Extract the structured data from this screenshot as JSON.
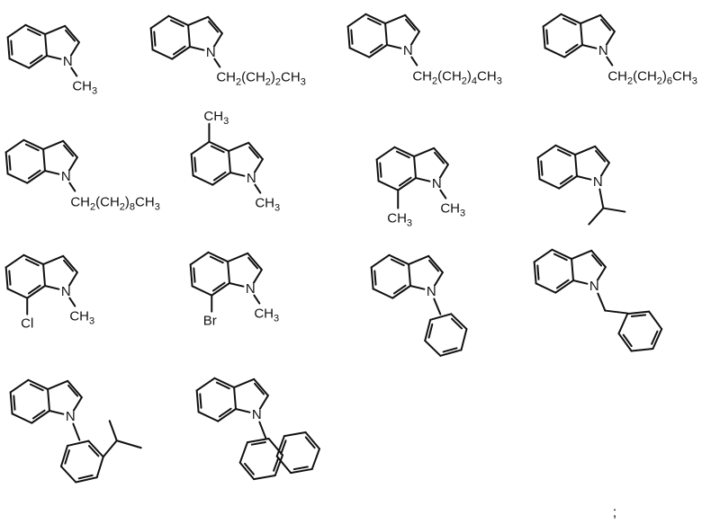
{
  "figure": {
    "description": "Structures of N-substituted indole compounds",
    "terminator": ";",
    "compounds": [
      {
        "id": 1,
        "name": "1-methylindole",
        "substituent": "CH3",
        "label": "CH3"
      },
      {
        "id": 2,
        "name": "1-butylindole",
        "substituent": "CH2(CH2)2CH3",
        "label": "CH2(CH2)2CH3"
      },
      {
        "id": 3,
        "name": "1-hexylindole",
        "substituent": "CH2(CH2)4CH3",
        "label": "CH2(CH2)4CH3"
      },
      {
        "id": 4,
        "name": "1-octylindole",
        "substituent": "CH2(CH2)6CH3",
        "label": "CH2(CH2)6CH3"
      },
      {
        "id": 5,
        "name": "1-decylindole",
        "substituent": "CH2(CH2)8CH3",
        "label": "CH2(CH2)8CH3"
      },
      {
        "id": 6,
        "name": "1,4-dimethylindole",
        "substituent": "CH3",
        "label": "CH3",
        "ring_label": "CH3"
      },
      {
        "id": 7,
        "name": "1,7-dimethylindole",
        "substituent": "CH3",
        "label": "CH3",
        "ring_label": "CH3"
      },
      {
        "id": 8,
        "name": "1-isopropylindole",
        "substituent": "isopropyl"
      },
      {
        "id": 9,
        "name": "7-chloro-1-methylindole",
        "substituent": "CH3",
        "label": "CH3",
        "ring_label": "Cl"
      },
      {
        "id": 10,
        "name": "7-bromo-1-methylindole",
        "substituent": "CH3",
        "label": "CH3",
        "ring_label": "Br"
      },
      {
        "id": 11,
        "name": "1-phenylindole",
        "substituent": "phenyl"
      },
      {
        "id": 12,
        "name": "1-benzylindole",
        "substituent": "benzyl"
      },
      {
        "id": 13,
        "name": "1-(2-isopropylphenyl)indole",
        "substituent": "2-isopropylphenyl"
      },
      {
        "id": 14,
        "name": "1-(1-naphthyl)indole",
        "substituent": "1-naphthyl"
      }
    ]
  }
}
